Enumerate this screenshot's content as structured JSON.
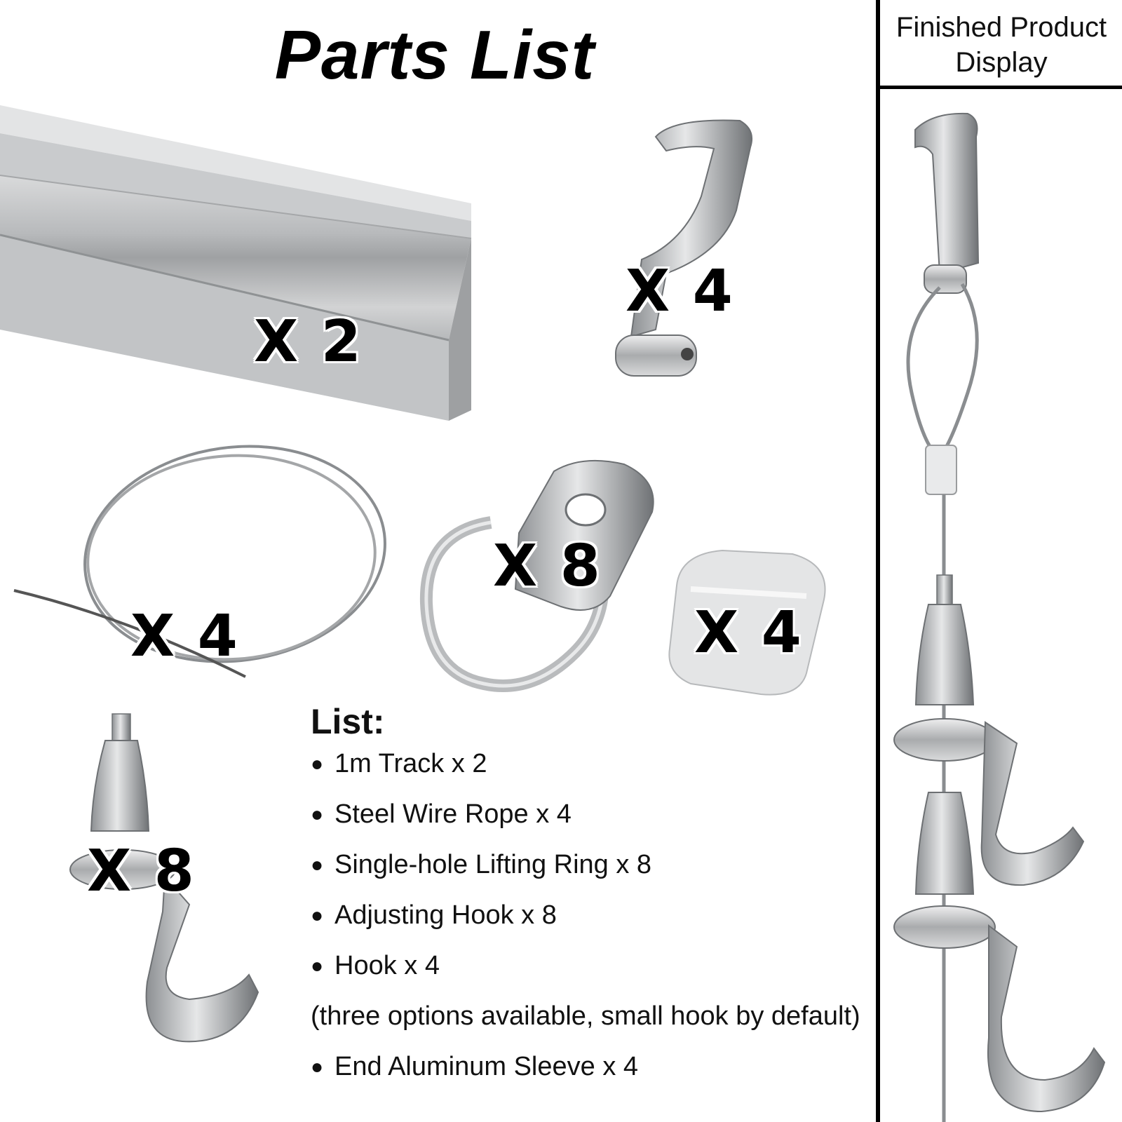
{
  "title": "Parts List",
  "side_panel": {
    "title_line1": "Finished Product",
    "title_line2": "Display"
  },
  "quantities": {
    "track": "X 2",
    "hook": "X 4",
    "wire": "X 4",
    "ring": "X 8",
    "sleeve": "X 4",
    "adjusting_hook": "X 8"
  },
  "list": {
    "heading": "List:",
    "bullet": "●",
    "items": [
      "1m Track x 2",
      "Steel Wire Rope x 4",
      "Single-hole Lifting Ring x 8",
      "Adjusting Hook x 8",
      "Hook x 4"
    ],
    "note": "(three options available, small hook by default)",
    "last_item": "End Aluminum Sleeve x 4"
  },
  "colors": {
    "metal": "#b9bbbd",
    "metal_dark": "#7c7f82",
    "aluminum": "#c8cacc",
    "text": "#000000"
  }
}
